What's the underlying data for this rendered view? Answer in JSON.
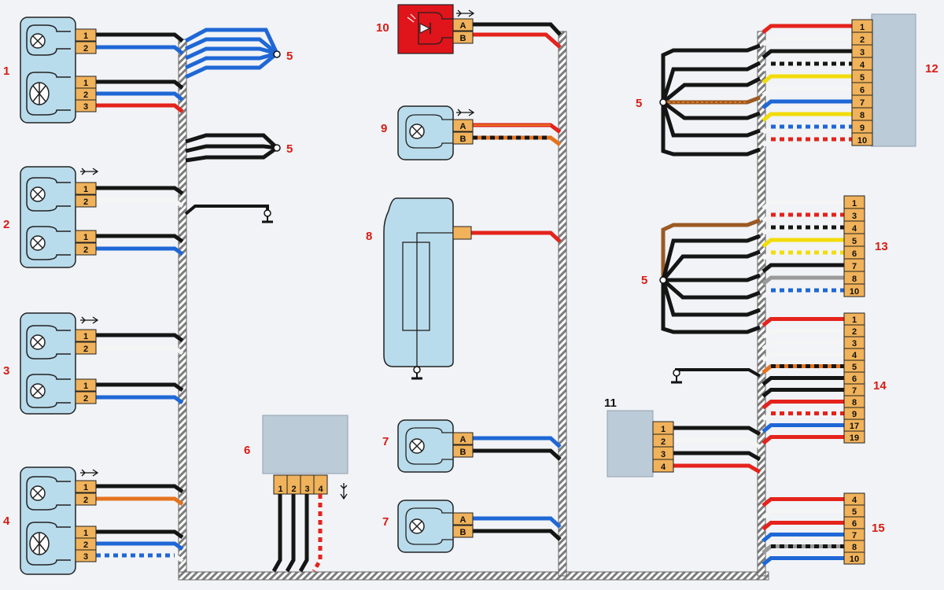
{
  "colors": {
    "background": "#f1f3f6",
    "label": "#d81b14",
    "label_alt": "#111111",
    "connector": "#f0b25a",
    "device": "#b9dcec",
    "module": "#bccbd8",
    "red_device": "#e0141b",
    "harness": "#8a8a8a",
    "wire_black": "#151515",
    "wire_blue": "#1f67d6",
    "wire_red": "#e4231c",
    "wire_white": "#f5f5f5",
    "wire_orange": "#e5731e",
    "wire_yellow": "#f2dc0a",
    "wire_brown": "#9a5a22",
    "wire_gray": "#9a9a9a"
  },
  "labels": {
    "l1": "1",
    "l2": "2",
    "l3": "3",
    "l4": "4",
    "l5a": "5",
    "l5b": "5",
    "l5c": "5",
    "l5d": "5",
    "l6": "6",
    "l7a": "7",
    "l7b": "7",
    "l8": "8",
    "l9": "9",
    "l10": "10",
    "l11": "11",
    "l12": "12",
    "l13": "13",
    "l14": "14",
    "l15": "15"
  },
  "letters": {
    "a": "A",
    "b": "B"
  },
  "device1_pins": [
    "1",
    "2",
    "1",
    "2",
    "3"
  ],
  "device2_pins": [
    "1",
    "2",
    "1",
    "2"
  ],
  "device3_pins": [
    "1",
    "2",
    "1",
    "2"
  ],
  "device4_pins": [
    "1",
    "2",
    "1",
    "2",
    "3"
  ],
  "module6_pins": [
    "1",
    "2",
    "3",
    "4"
  ],
  "module11_pins": [
    "1",
    "2",
    "3",
    "4"
  ],
  "conn12_pins": [
    "1",
    "2",
    "3",
    "4",
    "5",
    "6",
    "7",
    "8",
    "9",
    "10"
  ],
  "conn13_pins": [
    "1",
    "3",
    "4",
    "5",
    "6",
    "7",
    "8",
    "10"
  ],
  "conn14_pins": [
    "1",
    "2",
    "3",
    "4",
    "5",
    "6",
    "7",
    "8",
    "9",
    "17",
    "19"
  ],
  "conn15_pins": [
    "4",
    "5",
    "6",
    "7",
    "8",
    "10"
  ],
  "icons": [
    "lamp-icon",
    "double-filament-lamp-icon",
    "ground-icon",
    "splice-icon",
    "diode-icon",
    "plug-arrow-icon"
  ]
}
